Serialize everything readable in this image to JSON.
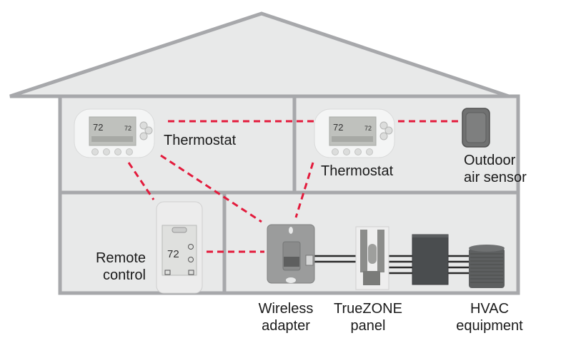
{
  "diagram": {
    "title": "",
    "colors": {
      "wall": "#a7a8ab",
      "interior": "#e8e9e9",
      "wireless_link": "#e31b3c",
      "wired_link": "#222222"
    },
    "components": [
      {
        "id": "thermostat_1",
        "label": "Thermostat",
        "icon": "thermostat-icon",
        "display_temp": "72"
      },
      {
        "id": "thermostat_2",
        "label": "Thermostat",
        "icon": "thermostat-icon",
        "display_temp": "72"
      },
      {
        "id": "outdoor_sensor",
        "label_line1": "Outdoor",
        "label_line2": "air sensor",
        "icon": "outdoor-sensor-icon"
      },
      {
        "id": "remote_control",
        "label_line1": "Remote",
        "label_line2": "control",
        "icon": "remote-control-icon",
        "display_temp": "72"
      },
      {
        "id": "wireless_adapter",
        "label_line1": "Wireless",
        "label_line2": "adapter",
        "icon": "wireless-adapter-icon"
      },
      {
        "id": "truezone_panel",
        "label_line1": "TrueZONE",
        "label_line2": "panel",
        "icon": "zone-panel-icon"
      },
      {
        "id": "hvac",
        "label_line1": "HVAC",
        "label_line2": "equipment",
        "icon": "furnace-and-condenser-icon"
      }
    ],
    "connections": [
      {
        "from": "thermostat_1",
        "to": "thermostat_2",
        "type": "wireless"
      },
      {
        "from": "thermostat_2",
        "to": "outdoor_sensor",
        "type": "wireless"
      },
      {
        "from": "thermostat_1",
        "to": "remote_control",
        "type": "wireless"
      },
      {
        "from": "thermostat_1",
        "to": "wireless_adapter",
        "type": "wireless"
      },
      {
        "from": "thermostat_2",
        "to": "wireless_adapter",
        "type": "wireless"
      },
      {
        "from": "remote_control",
        "to": "wireless_adapter",
        "type": "wireless"
      },
      {
        "from": "wireless_adapter",
        "to": "truezone_panel",
        "type": "wired"
      },
      {
        "from": "truezone_panel",
        "to": "hvac",
        "type": "wired"
      }
    ]
  }
}
